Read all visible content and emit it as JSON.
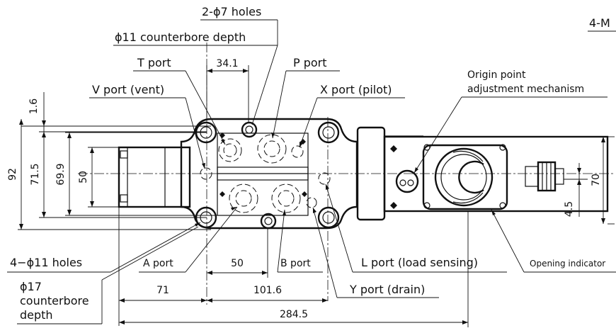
{
  "labels": {
    "holes_2": "2-ϕ7 holes",
    "counterbore_11": "ϕ11 counterbore depth",
    "t_port": "T port",
    "p_port": "P port",
    "v_port": "V port (vent)",
    "x_port": "X port (pilot)",
    "origin_line1": "Origin point",
    "origin_line2": "adjustment mechanism",
    "top_right_partial": "4-M",
    "holes_4": "4−ϕ11 holes",
    "cb17_line1": "ϕ17",
    "cb17_line2": "counterbore",
    "cb17_line3": "depth",
    "a_port": "A port",
    "b_port": "B port",
    "l_port": "L port (load sensing)",
    "y_port": "Y port (drain)",
    "opening_indicator": "Opening indicator"
  },
  "dimensions": {
    "d34_1": "34.1",
    "d1_6": "1.6",
    "d92": "92",
    "d71_5": "71.5",
    "d69_9": "69.9",
    "d50v": "50",
    "d70": "70",
    "d4_5": "4.5",
    "d50h": "50",
    "d71": "71",
    "d101_6": "101.6",
    "d284_5": "284.5"
  }
}
